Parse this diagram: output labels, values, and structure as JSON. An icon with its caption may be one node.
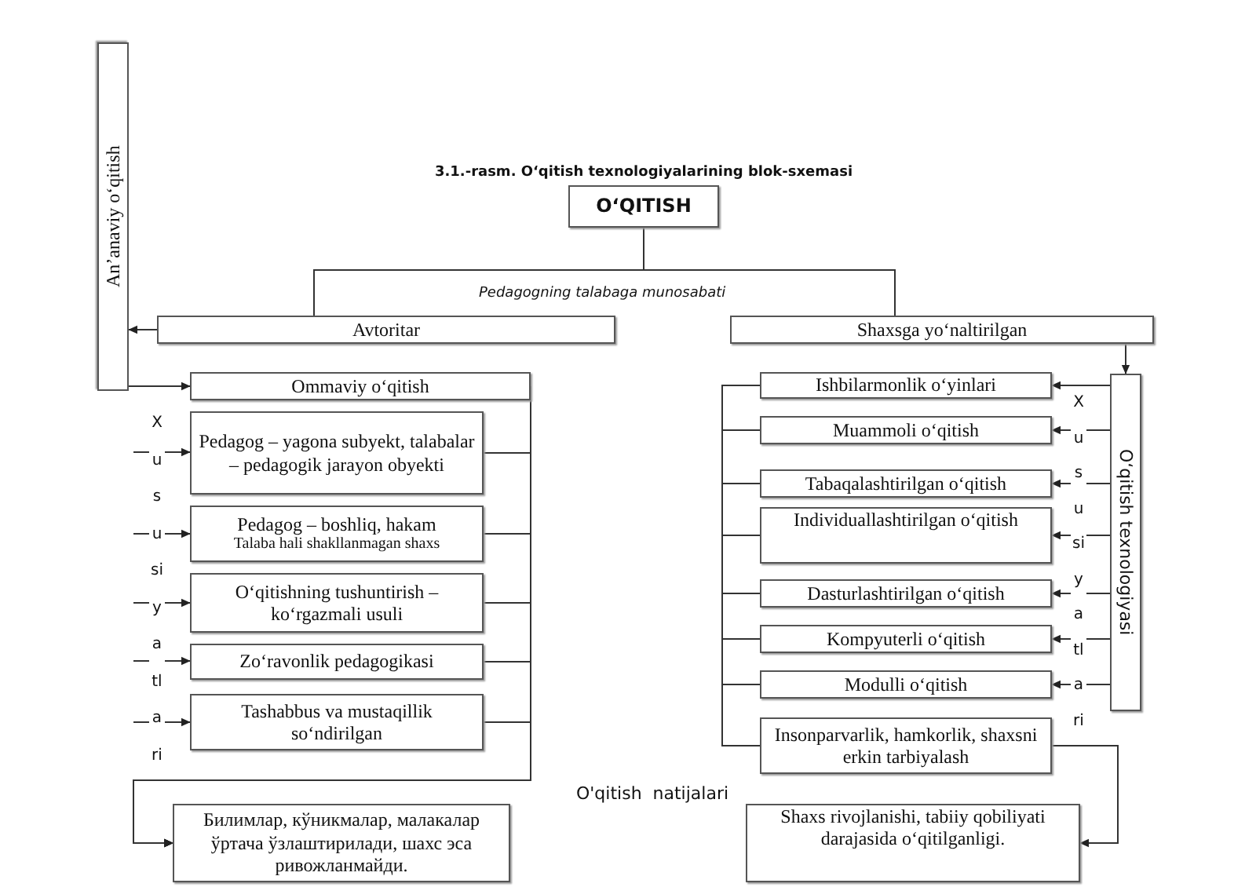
{
  "diagram": {
    "title": "3.1.-rasm. O‘qitish texnologiyalarining blok-sxemasi",
    "nodes": [
      {
        "text": [
          "An’anaviy o‘qitish"
        ]
      },
      {
        "text": [
          "O‘QITISH"
        ]
      },
      {
        "text": [
          "Avtoritar"
        ]
      },
      {
        "text": [
          "Shaxsga yo‘naltirilgan"
        ]
      },
      {
        "text": [
          "Ommaviy o‘qitish"
        ]
      },
      {
        "text": [
          "Pedagog – yagona subyekt, talabalar – pedagogik jarayon obyekti"
        ]
      },
      {
        "text": [
          "Pedagog – boshliq, hakam",
          "Talaba hali shakllanmagan shaxs"
        ]
      },
      {
        "text": [
          "O‘qitishning tushuntirish – ko‘rgazmali usuli"
        ]
      },
      {
        "text": [
          "Zo‘ravonlik pedagogikasi"
        ]
      },
      {
        "text": [
          "Tashabbus va mustaqillik so‘ndirilgan"
        ]
      },
      {
        "text": [
          "Билимлар, кўникмалар, малакалар ўртача ўзлаштирилади, шахс эса ривожланмайди."
        ]
      },
      {
        "text": [
          "Ishbilarmonlik o‘yinlari"
        ]
      },
      {
        "text": [
          "Muammoli o‘qitish"
        ]
      },
      {
        "text": [
          "Tabaqalashtirilgan o‘qitish"
        ]
      },
      {
        "text": [
          "Individuallashtirilgan o‘qitish"
        ]
      },
      {
        "text": [
          "Dasturlashtirilgan o‘qitish"
        ]
      },
      {
        "text": [
          "Kompyuterli o‘qitish"
        ]
      },
      {
        "text": [
          "Modulli o‘qitish"
        ]
      },
      {
        "text": [
          "Insonparvarlik, hamkorlik, shaxsni erkin tarbiyalash"
        ]
      },
      {
        "text": [
          "Shaxs rivojlanishi, tabiiy qobiliyati darajasida o‘qitilganligi."
        ]
      },
      {
        "text": [
          "O‘qitish texnologiyasi"
        ]
      }
    ],
    "edges": [
      {
        "from": 1,
        "to": 2,
        "arrow": "none"
      },
      {
        "from": 1,
        "to": 3,
        "arrow": "none"
      },
      {
        "from": 2,
        "to": 0,
        "arrow": "to"
      },
      {
        "from": 0,
        "to": 4,
        "arrow": "to"
      },
      {
        "from": null,
        "to": 5,
        "arrow": "to"
      },
      {
        "from": null,
        "to": 6,
        "arrow": "to"
      },
      {
        "from": null,
        "to": 7,
        "arrow": "to"
      },
      {
        "from": null,
        "to": 8,
        "arrow": "to"
      },
      {
        "from": null,
        "to": 9,
        "arrow": "to"
      },
      {
        "from": 4,
        "to": 10,
        "arrow": "to"
      },
      {
        "from": 5,
        "to": 10,
        "arrow": "to"
      },
      {
        "from": 6,
        "to": 10,
        "arrow": "to"
      },
      {
        "from": 7,
        "to": 10,
        "arrow": "to"
      },
      {
        "from": 8,
        "to": 10,
        "arrow": "to"
      },
      {
        "from": 9,
        "to": 10,
        "arrow": "to"
      },
      {
        "from": 11,
        "to": 18,
        "arrow": "none"
      },
      {
        "from": 12,
        "to": 18,
        "arrow": "none"
      },
      {
        "from": 13,
        "to": 18,
        "arrow": "none"
      },
      {
        "from": 14,
        "to": 18,
        "arrow": "none"
      },
      {
        "from": 15,
        "to": 18,
        "arrow": "none"
      },
      {
        "from": 16,
        "to": 18,
        "arrow": "none"
      },
      {
        "from": 17,
        "to": 18,
        "arrow": "none"
      },
      {
        "from": 18,
        "to": 19,
        "arrow": "to"
      },
      {
        "from": 20,
        "to": 11,
        "arrow": "to"
      },
      {
        "from": 20,
        "to": 12,
        "arrow": "to"
      },
      {
        "from": 20,
        "to": 13,
        "arrow": "to"
      },
      {
        "from": 20,
        "to": 14,
        "arrow": "to"
      },
      {
        "from": 20,
        "to": 15,
        "arrow": "to"
      },
      {
        "from": 20,
        "to": 16,
        "arrow": "to"
      },
      {
        "from": 20,
        "to": 17,
        "arrow": "to"
      },
      {
        "from": 3,
        "to": 20,
        "arrow": "to"
      }
    ],
    "labels": [
      "Pedagogning talabaga munosabati",
      "Xususiyatlari",
      "Xususiyatlari",
      "O'qitish  natijalari"
    ]
  }
}
